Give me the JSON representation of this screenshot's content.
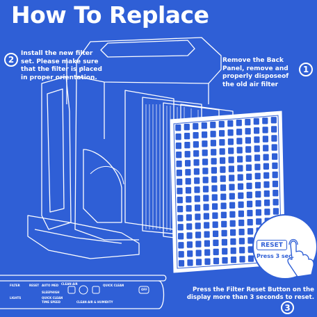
{
  "title": "How To Replace",
  "steps": [
    {
      "number": "1",
      "text": "Remove the Back Panel, remove and properly disposeof the old air filter"
    },
    {
      "number": "2",
      "text": "Install the new filter set. Please make sure that the filter is placed in proper orientation."
    },
    {
      "number": "3",
      "text": "Press the Filter Reset Button on the display more than 3 seconds to reset."
    }
  ],
  "reset_callout": {
    "button_label": "RESET",
    "press_text": "Press 3 sec."
  },
  "control_panel": {
    "labels": [
      "FILTER",
      "RESET",
      "AUTO",
      "MED",
      "LIGHTS",
      "HIGH",
      "SLEEP",
      "QUICK CLEAN",
      "TIME SPEED",
      "CLEAN AIR",
      "CLEAN AIR & HUMIDITY",
      "QUICK CLEAN",
      "OFF"
    ]
  },
  "colors": {
    "background": "#2f5fd6",
    "line": "#ffffff"
  }
}
